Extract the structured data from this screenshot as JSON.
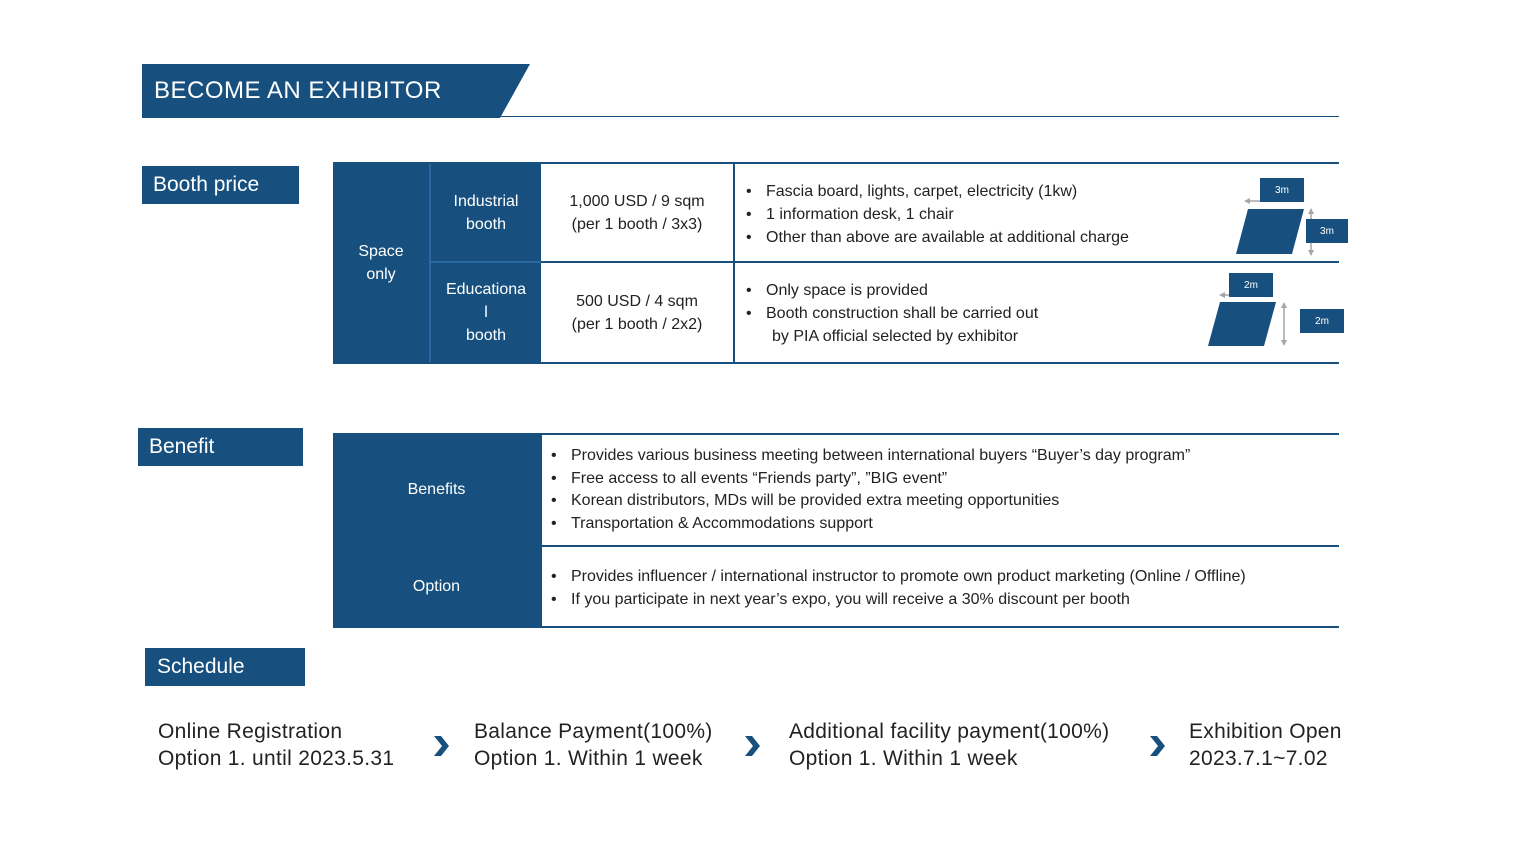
{
  "title": "BECOME AN EXHIBITOR",
  "booth_section": {
    "label": "Booth price",
    "group_label": "Space only",
    "rows": [
      {
        "type_lines": [
          "Industrial",
          "booth"
        ],
        "price_lines": [
          "1,000 USD / 9 sqm",
          "(per 1 booth / 3x3)"
        ],
        "details": [
          "Fascia board, lights, carpet, electricity (1kw)",
          "1 information desk,  1 chair",
          "Other than above are available at additional charge"
        ],
        "diagram": {
          "width_label": "3m",
          "depth_label": "3m"
        }
      },
      {
        "type_lines": [
          "Educationa",
          "l",
          "booth"
        ],
        "price_lines": [
          "500 USD / 4 sqm",
          "(per 1 booth / 2x2)"
        ],
        "details": [
          "Only space is provided",
          "Booth construction shall be carried out"
        ],
        "detail_continuation": "by PIA official selected by exhibitor",
        "diagram": {
          "width_label": "2m",
          "depth_label": "2m"
        }
      }
    ]
  },
  "benefit_section": {
    "label": "Benefit",
    "rows": [
      {
        "label": "Benefits",
        "items": [
          "Provides various business meeting between international buyers “Buyer’s day program”",
          "Free access to all events “Friends party”, ”BIG event”",
          "Korean distributors, MDs will be provided extra meeting opportunities",
          "Transportation & Accommodations support"
        ]
      },
      {
        "label": "Option",
        "items": [
          "Provides influencer / international instructor to promote own product marketing (Online / Offline)",
          "If you participate in next year’s expo, you will receive a 30% discount per booth"
        ]
      }
    ]
  },
  "schedule_section": {
    "label": "Schedule",
    "steps": [
      {
        "line1": "Online Registration",
        "line2": "Option 1. until 2023.5.31"
      },
      {
        "line1": "Balance Payment(100%)",
        "line2": "Option 1. Within 1 week"
      },
      {
        "line1": "Additional facility payment(100%)",
        "line2": "Option 1. Within 1 week"
      },
      {
        "line1": "Exhibition Open",
        "line2": "2023.7.1~7.02"
      }
    ]
  },
  "colors": {
    "accent": "#17507f",
    "text": "#222222",
    "arrow_gray": "#a6a6a6"
  },
  "icons": {
    "step_separator": "chevron-right-icon"
  }
}
